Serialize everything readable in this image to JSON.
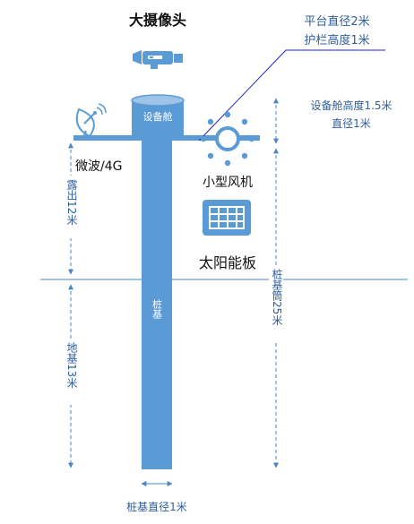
{
  "labels": {
    "camera": "大摄像头",
    "cabin": "设备舱",
    "microwave": "微波/4G",
    "wind_turbine": "小型风机",
    "solar_panel": "太阳能板",
    "pile": "桩基"
  },
  "annotations": {
    "platform_diameter": "平台直径2米",
    "railing_height": "护栏高度1米",
    "cabin_height": "设备舱高度1.5米",
    "cabin_diameter": "直径1米",
    "exposed": "露出12米",
    "foundation": "地基13米",
    "pile_cylinder": "桩基筒25米",
    "pile_diameter": "桩基直径1米"
  },
  "colors": {
    "pile": "#5b9bd5",
    "cabin_top": "#9dc3e6",
    "dimension_line": "#4a86c8",
    "leader_line": "#2323c8",
    "blue_text": "#2f5f9e",
    "black_text": "#111111",
    "icon_blue": "#5b9bd5"
  },
  "icons": {
    "camera": "video-camera-icon",
    "microwave": "satellite-dish-icon",
    "wind_turbine": "wind-turbine-icon",
    "solar_panel": "solar-panel-icon"
  }
}
